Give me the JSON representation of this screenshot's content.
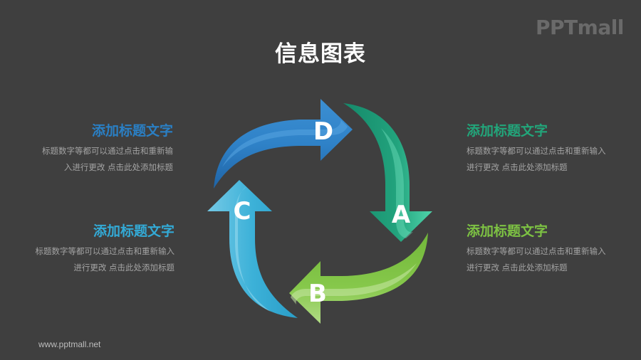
{
  "title": "信息图表",
  "logo": "PPTmall",
  "footer": "www.pptmall.net",
  "colors": {
    "background": "#3f3f3f",
    "blue": "#2a78bd",
    "teal_green": "#1fa07a",
    "light_green": "#7cc243",
    "sky_blue": "#3ab0d6"
  },
  "cycle": {
    "arrows": [
      {
        "label": "D",
        "color": "#2a78bd"
      },
      {
        "label": "A",
        "color": "#1fa07a"
      },
      {
        "label": "B",
        "color": "#7cc243"
      },
      {
        "label": "C",
        "color": "#3ab0d6"
      }
    ]
  },
  "blocks": {
    "top_left": {
      "heading": "添加标题文字",
      "line1": "标题数字等都可以通过点击和重新输",
      "line2": "入进行更改 点击此处添加标题",
      "color": "#2a7fc4"
    },
    "bottom_left": {
      "heading": "添加标题文字",
      "line1": "标题数字等都可以通过点击和重新输入",
      "line2": "进行更改 点击此处添加标题",
      "color": "#33aad6"
    },
    "top_right": {
      "heading": "添加标题文字",
      "line1": "标题数字等都可以通过点击和重新输入",
      "line2": "进行更改 点击此处添加标题",
      "color": "#22a57a"
    },
    "bottom_right": {
      "heading": "添加标题文字",
      "line1": "标题数字等都可以通过点击和重新输入",
      "line2": "进行更改 点击此处添加标题",
      "color": "#7dc243"
    }
  }
}
